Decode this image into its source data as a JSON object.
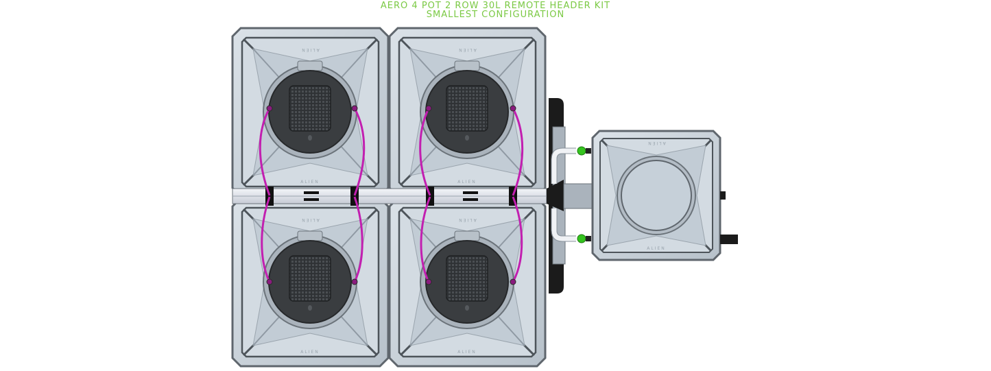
{
  "title": {
    "line1": "AERO 4 POT 2 ROW 30L REMOTE HEADER KIT",
    "line2": "SMALLEST CONFIGURATION"
  },
  "diagram": {
    "pot_count": 4,
    "rows": 2,
    "pot_label": "ALIEN",
    "reservoir_label": "ALIEN",
    "colors": {
      "title": "#7ac943",
      "pot_body": "#c9d3db",
      "pot_edge": "#5f666d",
      "basket": "#3a3d40",
      "tubing": "#c21fb0",
      "connector": "#35c41f",
      "header_pipe": "#e6e9f0",
      "frame": "#1b1b1b"
    }
  }
}
